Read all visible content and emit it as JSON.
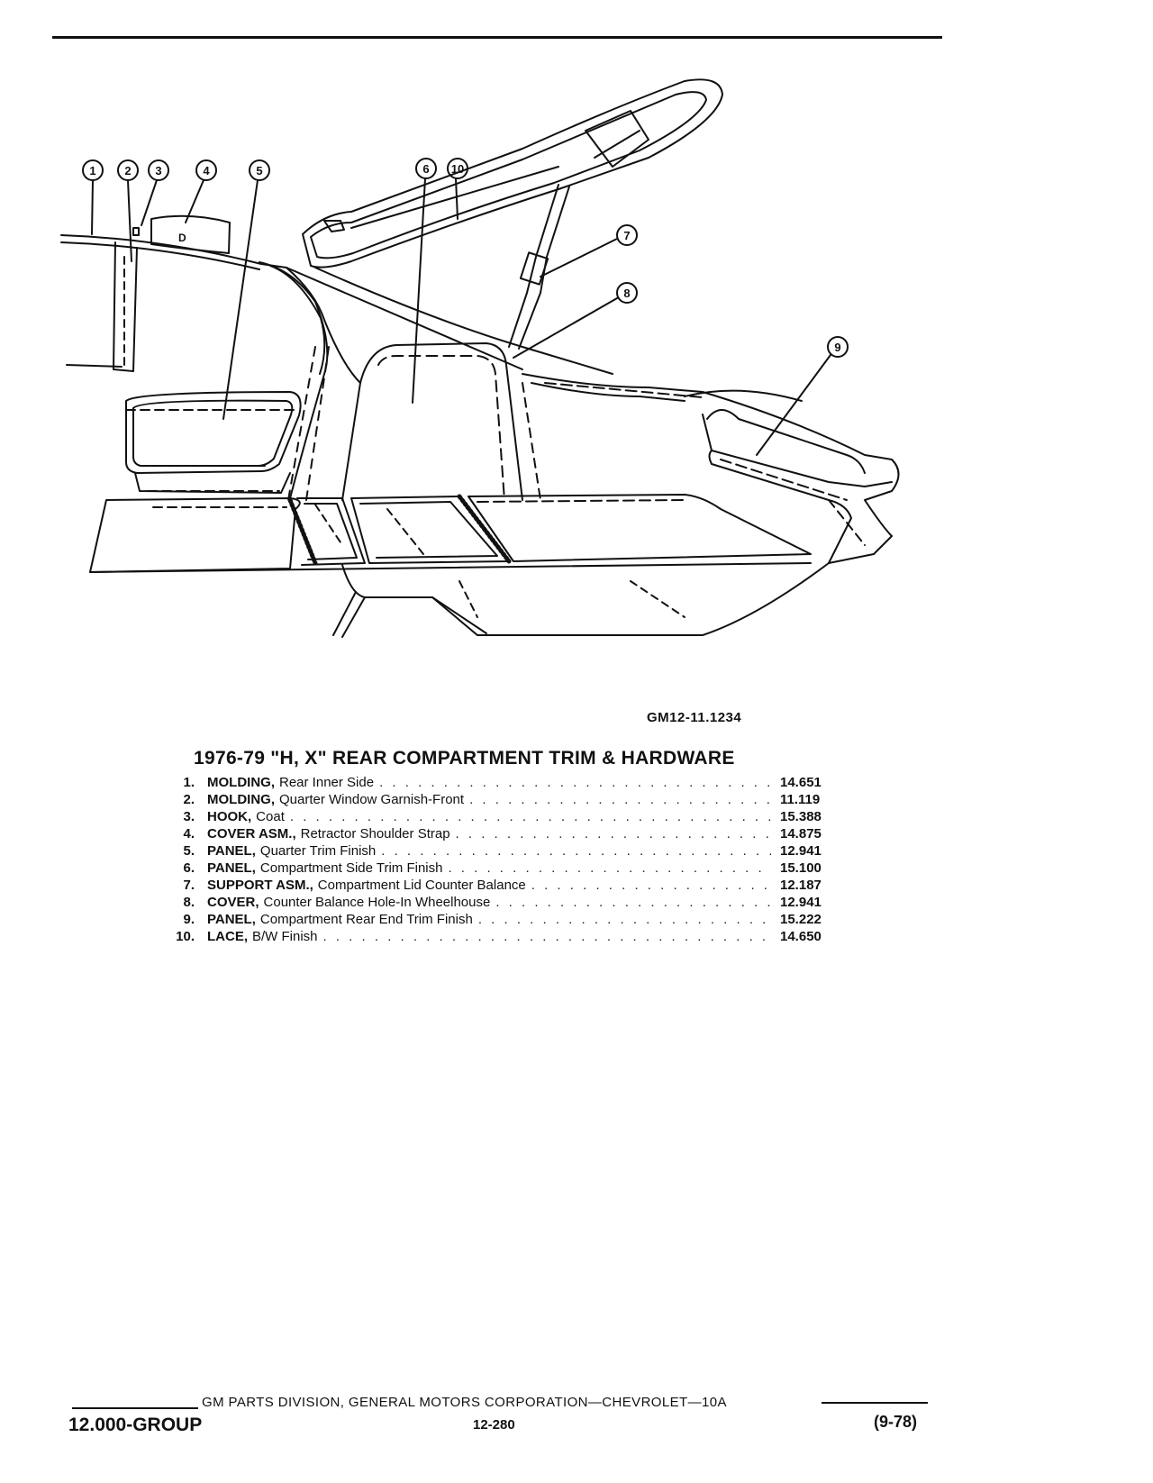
{
  "figure_id": "GM12-11.1234",
  "title": "1976-79 \"H, X\" REAR COMPARTMENT TRIM & HARDWARE",
  "callouts": [
    "1",
    "2",
    "3",
    "4",
    "5",
    "6",
    "10",
    "7",
    "8",
    "9"
  ],
  "diagram_label_d": "D",
  "parts": [
    {
      "num": "1.",
      "name": "MOLDING,",
      "desc": "Rear Inner Side",
      "code": "14.651"
    },
    {
      "num": "2.",
      "name": "MOLDING,",
      "desc": "Quarter Window Garnish-Front",
      "code": "11.119"
    },
    {
      "num": "3.",
      "name": "HOOK,",
      "desc": "Coat",
      "code": "15.388"
    },
    {
      "num": "4.",
      "name": "COVER ASM.,",
      "desc": "Retractor Shoulder Strap",
      "code": "14.875"
    },
    {
      "num": "5.",
      "name": "PANEL,",
      "desc": "Quarter Trim Finish",
      "code": "12.941"
    },
    {
      "num": "6.",
      "name": "PANEL,",
      "desc": "Compartment Side Trim Finish",
      "code": "15.100"
    },
    {
      "num": "7.",
      "name": "SUPPORT ASM.,",
      "desc": "Compartment Lid Counter Balance",
      "code": "12.187"
    },
    {
      "num": "8.",
      "name": "COVER,",
      "desc": "Counter Balance Hole-In Wheelhouse",
      "code": "12.941"
    },
    {
      "num": "9.",
      "name": "PANEL,",
      "desc": "Compartment Rear End Trim Finish",
      "code": "15.222"
    },
    {
      "num": "10.",
      "name": "LACE,",
      "desc": "B/W Finish",
      "code": "14.650"
    }
  ],
  "footer": {
    "corporation": "GM PARTS DIVISION, GENERAL MOTORS CORPORATION—CHEVROLET—10A",
    "group": "12.000-GROUP",
    "page": "12-280",
    "date": "(9-78)"
  }
}
